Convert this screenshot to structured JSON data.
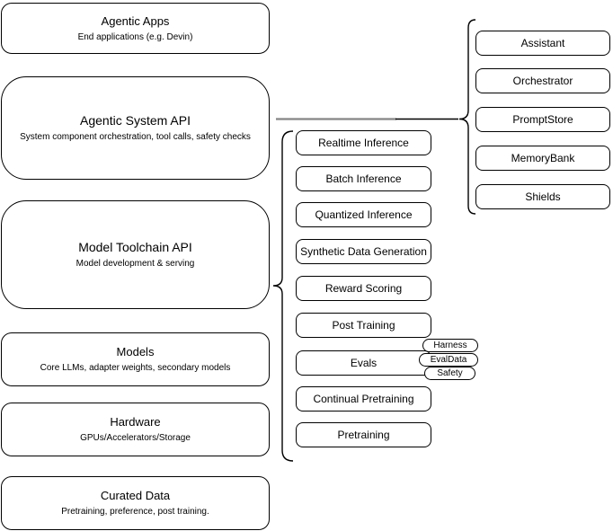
{
  "diagram": {
    "layers": [
      {
        "title": "Agentic Apps",
        "subtitle": "End applications (e.g. Devin)"
      },
      {
        "title": "Agentic System API",
        "subtitle": "System component orchestration, tool calls, safety checks"
      },
      {
        "title": "Model Toolchain API",
        "subtitle": "Model development & serving"
      },
      {
        "title": "Models",
        "subtitle": "Core LLMs, adapter weights, secondary models"
      },
      {
        "title": "Hardware",
        "subtitle": "GPUs/Accelerators/Storage"
      },
      {
        "title": "Curated Data",
        "subtitle": "Pretraining, preference, post training."
      }
    ],
    "toolchain": {
      "items": [
        "Realtime Inference",
        "Batch Inference",
        "Quantized Inference",
        "Synthetic Data Generation",
        "Reward Scoring",
        "Post Training",
        "Evals",
        "Continual Pretraining",
        "Pretraining"
      ]
    },
    "eval_tags": [
      "Harness",
      "EvalData",
      "Safety"
    ],
    "system_components": [
      "Assistant",
      "Orchestrator",
      "PromptStore",
      "MemoryBank",
      "Shields"
    ],
    "colors": {
      "stroke": "#000000",
      "background": "#ffffff",
      "connector_gray": "#858585"
    }
  }
}
